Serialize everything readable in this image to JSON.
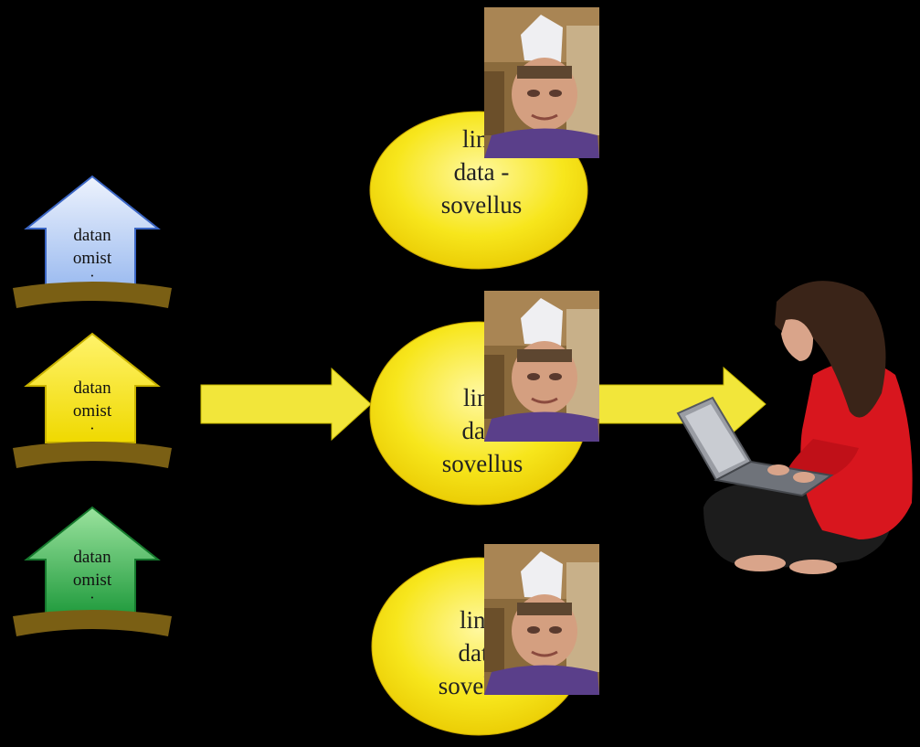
{
  "colors": {
    "background": "#000000",
    "house_blue": "#b8cff5",
    "house_yellow": "#f5e400",
    "house_green": "#2ea84a",
    "ground": "#7a5f14",
    "arrow": "#f2e63a",
    "bubble": "#f5e11a"
  },
  "data_owners": [
    {
      "color": "blue",
      "lines": [
        "datan",
        "omist",
        "i"
      ]
    },
    {
      "color": "yellow",
      "lines": [
        "datan",
        "omist",
        "i"
      ]
    },
    {
      "color": "green",
      "lines": [
        "datan",
        "omist",
        "i"
      ]
    }
  ],
  "apps": [
    {
      "lines": [
        "link",
        "data -",
        "sovellus"
      ]
    },
    {
      "lines": [
        "link",
        "data",
        "sovellus"
      ]
    },
    {
      "lines": [
        "link",
        "data",
        "sovellus"
      ]
    }
  ],
  "icons": {
    "developer_photo": "developer-photo-icon",
    "end_user": "woman-with-laptop-icon"
  }
}
